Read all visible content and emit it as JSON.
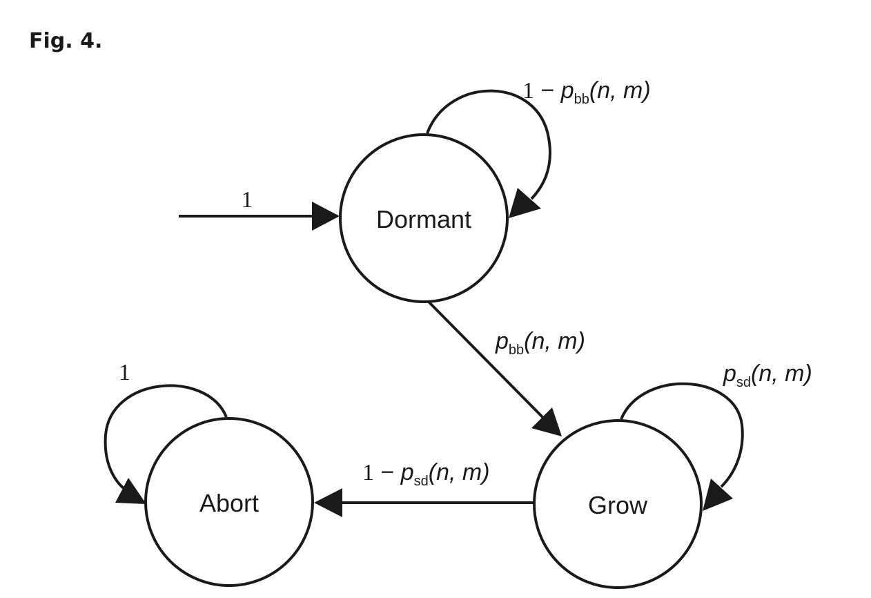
{
  "figure": {
    "title": "Fig. 4."
  },
  "nodes": {
    "dormant": "Dormant",
    "grow": "Grow",
    "abort": "Abort"
  },
  "edges": {
    "entry": {
      "label": "1"
    },
    "dormant_self": {
      "one": "1",
      "minus": " − ",
      "p": "p",
      "sub": "bb",
      "args": "(n, m)"
    },
    "dormant_to_grow": {
      "p": "p",
      "sub": "bb",
      "args": "(n, m)"
    },
    "grow_self": {
      "p": "p",
      "sub": "sd",
      "args": "(n, m)"
    },
    "grow_to_abort": {
      "one": "1",
      "minus": " − ",
      "p": "p",
      "sub": "sd",
      "args": "(n, m)"
    },
    "abort_self": {
      "label": "1"
    }
  }
}
